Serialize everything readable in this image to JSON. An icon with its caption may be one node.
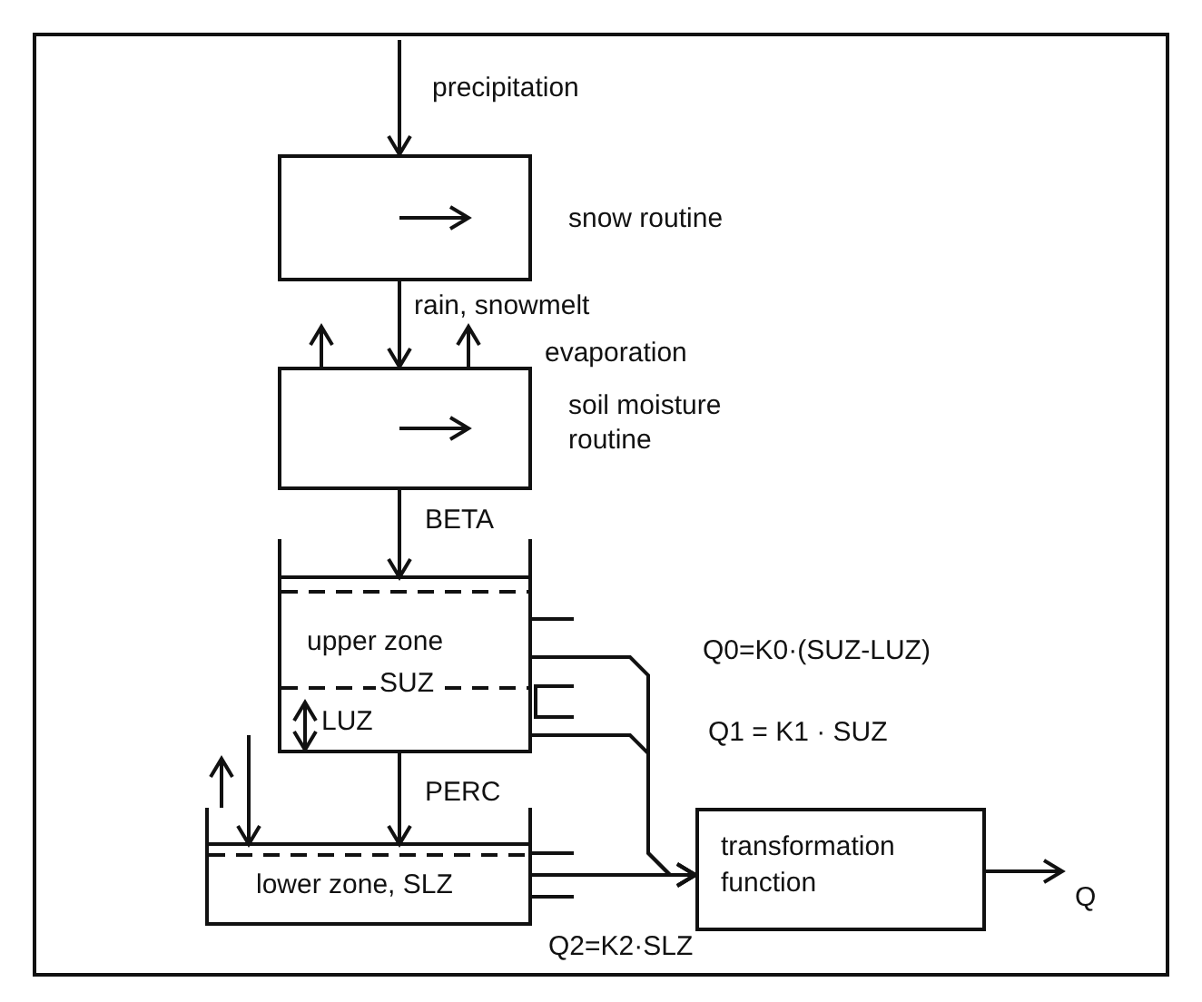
{
  "diagram": {
    "nodes": [
      {
        "text": [
          "snow routine"
        ]
      },
      {
        "text": [
          "soil moisture routine"
        ]
      },
      {
        "text": [
          "upper zone"
        ]
      },
      {
        "text": [
          "lower zone, SLZ"
        ]
      },
      {
        "text": [
          "transformation function"
        ]
      }
    ],
    "edges": [
      {
        "from": null,
        "to": 0,
        "arrow": "to",
        "label": "precipitation"
      },
      {
        "from": 0,
        "to": 1,
        "arrow": "to",
        "label": "rain, snowmelt"
      },
      {
        "from": 1,
        "to": null,
        "arrow": "to"
      },
      {
        "from": 1,
        "to": null,
        "arrow": "to"
      },
      {
        "from": 1,
        "to": 2,
        "arrow": "to",
        "label": "BETA"
      },
      {
        "from": 2,
        "to": 4,
        "arrow": "to",
        "label": "Q0=K0·(SUZ-LUZ)"
      },
      {
        "from": 2,
        "to": 4,
        "arrow": "to",
        "label": "Q1 = K1 · SUZ"
      },
      {
        "from": 2,
        "to": 3,
        "arrow": "to",
        "label": "PERC"
      },
      {
        "from": null,
        "to": 3,
        "arrow": "to"
      },
      {
        "from": 3,
        "to": null,
        "arrow": "to"
      },
      {
        "from": 3,
        "to": 4,
        "arrow": "to",
        "label": "Q2=K2·SLZ"
      },
      {
        "from": 4,
        "to": null,
        "arrow": "to",
        "label": "Q"
      }
    ],
    "labels": [
      "evaporation",
      "SUZ",
      "LUZ"
    ]
  }
}
